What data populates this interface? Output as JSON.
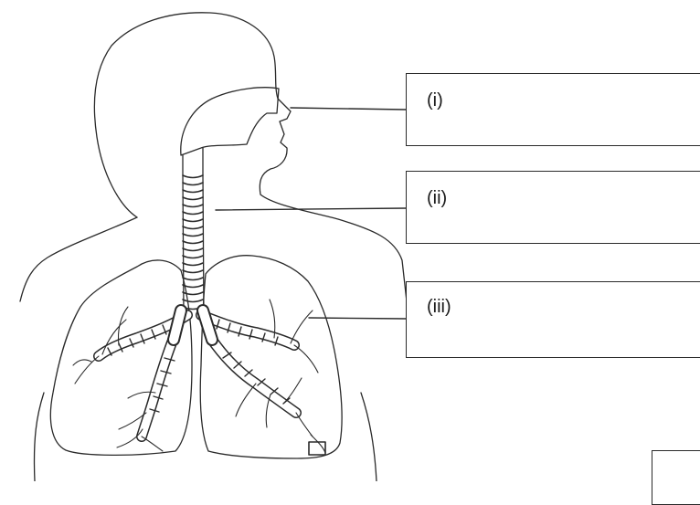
{
  "labels": {
    "i": "(i)",
    "ii": "(ii)",
    "iii": "(iii)"
  },
  "colors": {
    "ink": "#2a2a2a",
    "background": "#ffffff"
  }
}
